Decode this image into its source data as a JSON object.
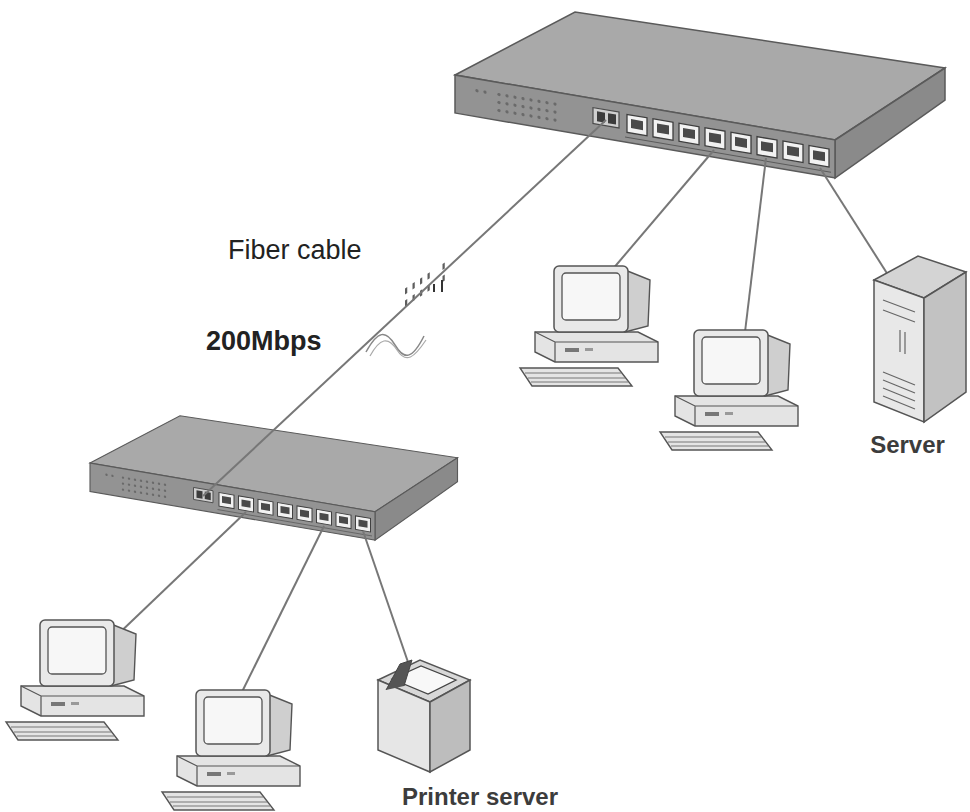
{
  "diagram": {
    "nodes": [
      {
        "text": [
          "Server"
        ]
      },
      {
        "text": [
          "Printer server"
        ]
      }
    ],
    "labels": [
      "Fiber cable",
      "200Mbps"
    ]
  }
}
